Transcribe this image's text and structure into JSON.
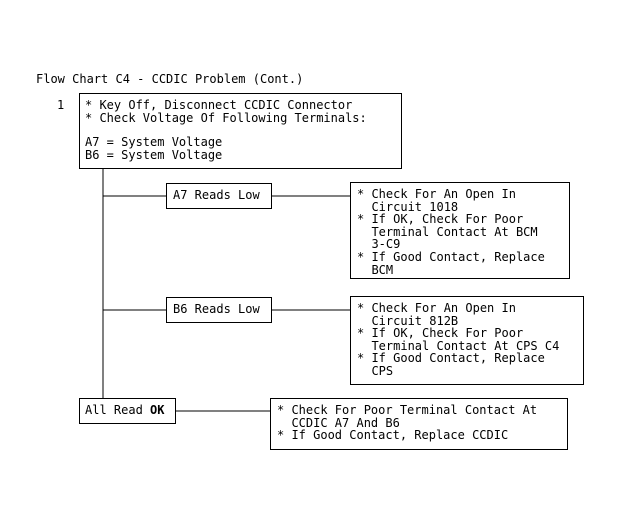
{
  "title": "Flow Chart C4 - CCDIC Problem (Cont.)",
  "step_number": "1",
  "main_box": {
    "lines_a": [
      "* Key Off, Disconnect CCDIC Connector",
      "* Check Voltage Of Following Terminals:"
    ],
    "lines_b": [
      "A7 = System Voltage",
      "B6 = System Voltage"
    ]
  },
  "branches": {
    "a7": {
      "label": "A7 Reads Low"
    },
    "b6": {
      "label": "B6 Reads Low"
    },
    "all": {
      "label_prefix": "All Read ",
      "label_bold": "OK"
    }
  },
  "results": {
    "a7": [
      "* Check For An Open In",
      "  Circuit 1018",
      "* If OK, Check For Poor",
      "  Terminal Contact At BCM",
      "  3-C9",
      "* If Good Contact, Replace",
      "  BCM"
    ],
    "b6": [
      "* Check For An Open In",
      "  Circuit 812B",
      "* If OK, Check For Poor",
      "  Terminal Contact At CPS C4",
      "* If Good Contact, Replace",
      "  CPS"
    ],
    "all": [
      "* Check For Poor Terminal Contact At",
      "  CCDIC A7 And B6",
      "* If Good Contact, Replace CCDIC"
    ]
  }
}
